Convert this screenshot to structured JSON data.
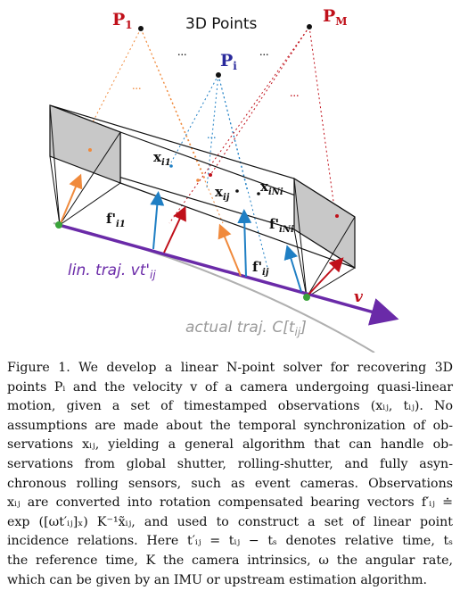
{
  "figure": {
    "labels": {
      "p1": "P",
      "p1_sub": "1",
      "pm": "P",
      "pm_sub": "M",
      "pi": "P",
      "pi_sub": "i",
      "points_title": "3D Points",
      "x_i1": "x",
      "x_i1_sub": "i1",
      "x_ij": "x",
      "x_ij_sub": "ij",
      "x_iNi": "x",
      "x_iNi_sub": "iNi",
      "f_i1": "f'",
      "f_i1_sub": "i1",
      "f_iNi": "f'",
      "f_iNi_sub": "iNi",
      "f_ij": "f'",
      "f_ij_sub": "ij",
      "lin_traj": "lin. traj. vt'",
      "lin_traj_sub": "ij",
      "actual_traj": "actual traj. C[t",
      "actual_traj_sub": "ij",
      "actual_traj_close": "]",
      "v": "v",
      "dots": "..."
    },
    "colors": {
      "orange": "#f08a3c",
      "red": "#c0101a",
      "blue": "#1f7fc4",
      "purple": "#6a2aa8",
      "green": "#3aa33a",
      "frame_fill": "#c8c8c8",
      "gray_traj": "#b0b0b0"
    }
  },
  "caption": {
    "lines": [
      "Figure 1.  We develop a linear N-point solver for recovering 3D",
      "points Pᵢ and the velocity v of a camera undergoing quasi-linear",
      "motion, given a set of timestamped observations (xᵢⱼ, tᵢⱼ).  No",
      "assumptions are made about the temporal synchronization of ob-",
      "servations xᵢⱼ, yielding a general algorithm that can handle ob-",
      "servations from global shutter, rolling-shutter, and fully asyn-",
      "chronous rolling sensors, such as event cameras.  Observations",
      "xᵢⱼ are converted into rotation compensated bearing vectors f′ᵢⱼ ≐",
      "exp ([ωt′ᵢⱼ]ₓ) K⁻¹x̃ᵢⱼ, and used to construct a set of linear point",
      "incidence relations. Here t′ᵢⱼ = tᵢⱼ − tₛ denotes relative time, tₛ",
      "the reference time, K the camera intrinsics, ω the angular rate,",
      "which can be given by an IMU or upstream estimation algorithm."
    ]
  }
}
